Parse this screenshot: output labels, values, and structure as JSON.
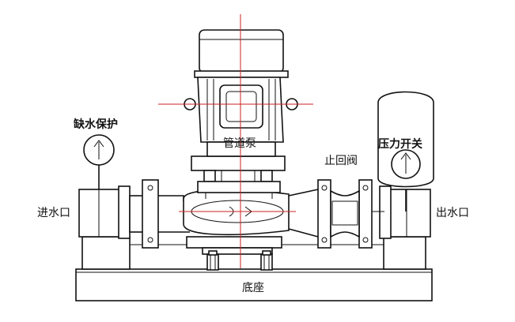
{
  "labels": {
    "low_water_protection": "缺水保护",
    "pump": "管道泵",
    "check_valve": "止回阀",
    "pressure_switch": "压力开关",
    "water_inlet": "进水口",
    "water_outlet": "出水口",
    "base": "底座"
  },
  "colors": {
    "line": "#111111",
    "centerline": "#cc2222",
    "background": "#ffffff"
  }
}
